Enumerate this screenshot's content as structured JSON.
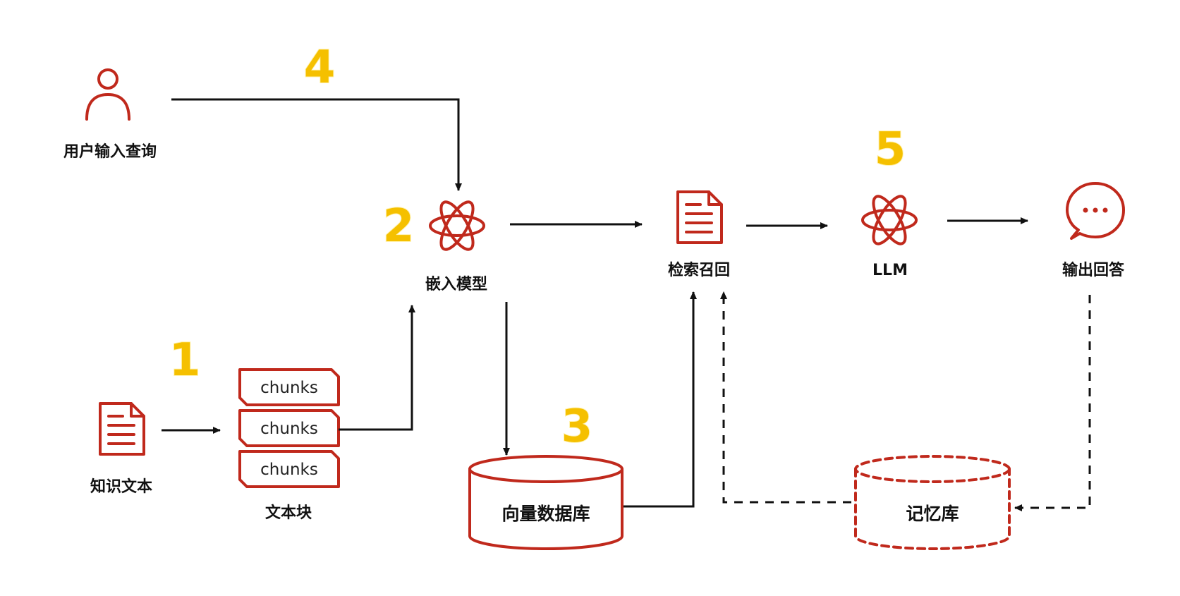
{
  "nodes": {
    "user_query": "用户输入查询",
    "embedding_model": "嵌入模型",
    "retrieval": "检索召回",
    "llm": "LLM",
    "output_answer": "输出回答",
    "knowledge_text": "知识文本",
    "text_chunks": "文本块",
    "vector_db": "向量数据库",
    "memory_db": "记忆库"
  },
  "chunks": [
    "chunks",
    "chunks",
    "chunks"
  ],
  "steps": [
    "1",
    "2",
    "3",
    "4",
    "5"
  ],
  "colors": {
    "icon": "#c0291c",
    "step_number": "#f5c000",
    "arrow": "#111111",
    "text": "#111111"
  },
  "icons": {
    "user_query": "person-icon",
    "embedding_model": "atom-icon",
    "retrieval": "document-icon",
    "llm": "atom-icon",
    "output_answer": "chat-bubble-icon",
    "knowledge_text": "document-icon"
  }
}
